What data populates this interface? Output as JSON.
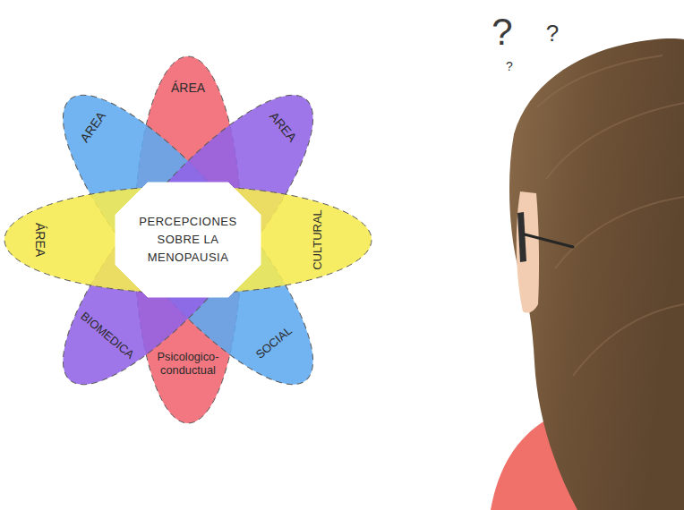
{
  "diagram": {
    "nodes": [
      {
        "text": [
          "PERCEPCIONES SOBRE LA MENOPAUSIA"
        ]
      },
      {
        "text": [
          "ÁREA",
          "Psicologico- conductual"
        ]
      },
      {
        "text": [
          "AREA",
          "SOCIAL"
        ]
      },
      {
        "text": [
          "AREA",
          "BIOMEDICA"
        ]
      },
      {
        "text": [
          "ÁREA",
          "CULTURAL"
        ]
      }
    ],
    "labels": [
      "?",
      "?",
      "?"
    ]
  }
}
